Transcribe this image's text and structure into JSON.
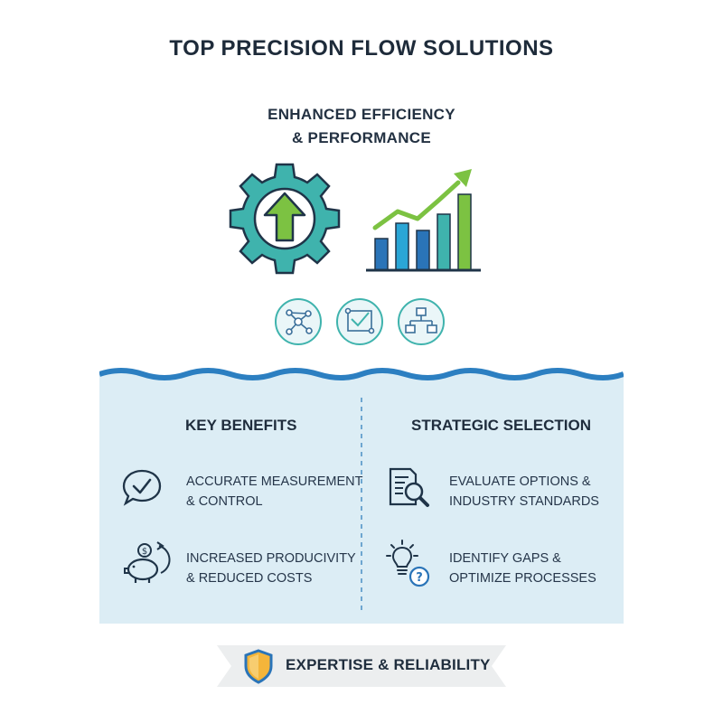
{
  "title": "TOP PRECISION FLOW SOLUTIONS",
  "subtitle": {
    "line1": "ENHANCED EFFICIENCY",
    "line2": "& PERFORMANCE"
  },
  "hero_icons": [
    "gear-arrow-up-icon",
    "rising-bar-chart-icon"
  ],
  "small_icons": [
    "network-nodes-icon",
    "flow-chart-check-icon",
    "process-flow-icon"
  ],
  "benefits": {
    "heading": "KEY BENEFITS",
    "items": [
      {
        "icon": "speech-check-icon",
        "line1": "ACCURATE MEASUREMENT",
        "line2": "& CONTROL"
      },
      {
        "icon": "piggy-bank-icon",
        "line1": "INCREASED PRODUCIVITY",
        "line2": "& REDUCED COSTS"
      }
    ]
  },
  "selection": {
    "heading": "STRATEGIC SELECTION",
    "items": [
      {
        "icon": "document-search-icon",
        "line1": "EVALUATE OPTIONS &",
        "line2": "INDUSTRY STANDARDS"
      },
      {
        "icon": "lightbulb-question-icon",
        "line1": "IDENTIFY GAPS &",
        "line2": "OPTIMIZE PROCESSES"
      }
    ]
  },
  "banner": {
    "icon": "shield-icon",
    "text": "EXPERTISE & RELIABILITY"
  },
  "colors": {
    "teal": "#3fb3ad",
    "green": "#7cc242",
    "blue": "#2a74b8",
    "light_blue": "#2aa6d6",
    "panel": "#dcedf5",
    "wave": "#2c7fc1",
    "text": "#1f2d3d"
  }
}
